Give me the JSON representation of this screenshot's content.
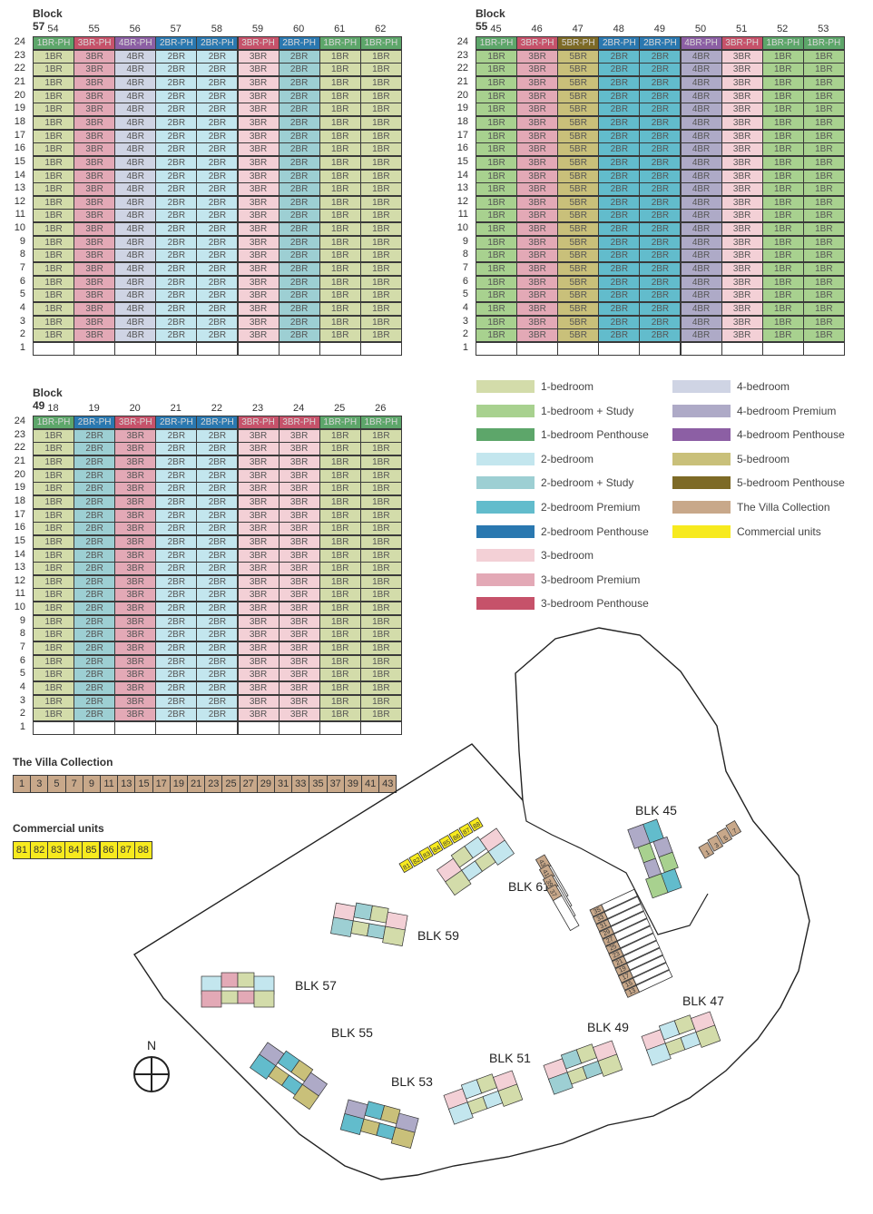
{
  "blocks": [
    {
      "id": "b57",
      "title": "Block 57",
      "units": [
        "54",
        "55",
        "56",
        "57",
        "58",
        "59",
        "60",
        "61",
        "62"
      ],
      "top_row": [
        "1BR-PH",
        "3BR-PH",
        "4BR-PH",
        "2BR-PH",
        "2BR-PH",
        "3BR-PH",
        "2BR-PH",
        "1BR-PH",
        "1BR-PH"
      ],
      "types": [
        "1BR",
        "3BR",
        "4BR",
        "2BR",
        "2BR",
        "3BR",
        "2BR",
        "1BR",
        "1BR"
      ],
      "colors": [
        "1br",
        "3brp",
        "4br",
        "2br",
        "2br",
        "3br",
        "2brs",
        "1br",
        "1br"
      ],
      "ph_colors": [
        "1brph",
        "3brph",
        "4brph",
        "2brph",
        "2brph",
        "3brph",
        "2brph",
        "1brph",
        "1brph"
      ]
    },
    {
      "id": "b55",
      "title": "Block 55",
      "units": [
        "45",
        "46",
        "47",
        "48",
        "49",
        "50",
        "51",
        "52",
        "53"
      ],
      "top_row": [
        "1BR-PH",
        "3BR-PH",
        "5BR-PH",
        "2BR-PH",
        "2BR-PH",
        "4BR-PH",
        "3BR-PH",
        "1BR-PH",
        "1BR-PH"
      ],
      "types": [
        "1BR",
        "3BR",
        "5BR",
        "2BR",
        "2BR",
        "4BR",
        "3BR",
        "1BR",
        "1BR"
      ],
      "colors": [
        "1brs",
        "3brp",
        "5br",
        "2brp",
        "2brp",
        "4brp",
        "3br",
        "1brs",
        "1brs"
      ],
      "ph_colors": [
        "1brph",
        "3brph",
        "5brph",
        "2brph",
        "2brph",
        "4brph",
        "3brph",
        "1brph",
        "1brph"
      ]
    },
    {
      "id": "b49",
      "title": "Block 49",
      "units": [
        "18",
        "19",
        "20",
        "21",
        "22",
        "23",
        "24",
        "25",
        "26"
      ],
      "top_row": [
        "1BR-PH",
        "2BR-PH",
        "3BR-PH",
        "2BR-PH",
        "2BR-PH",
        "3BR-PH",
        "3BR-PH",
        "1BR-PH",
        "1BR-PH"
      ],
      "types": [
        "1BR",
        "2BR",
        "3BR",
        "2BR",
        "2BR",
        "3BR",
        "3BR",
        "1BR",
        "1BR"
      ],
      "colors": [
        "1br",
        "2brs",
        "3brp",
        "2br",
        "2br",
        "3br",
        "3br",
        "1br",
        "1br"
      ],
      "ph_colors": [
        "1brph",
        "2brph",
        "3brph",
        "2brph",
        "2brph",
        "3brph",
        "3brph",
        "1brph",
        "1brph"
      ]
    }
  ],
  "floors": [
    "24",
    "23",
    "22",
    "21",
    "20",
    "19",
    "18",
    "17",
    "16",
    "15",
    "14",
    "13",
    "12",
    "11",
    "10",
    "9",
    "8",
    "7",
    "6",
    "5",
    "4",
    "3",
    "2",
    "1"
  ],
  "palette": {
    "1br": "#d3dcaa",
    "1brs": "#a8d18f",
    "1brph": "#5da66a",
    "2br": "#c3e6ee",
    "2brs": "#9dcfd3",
    "2brp": "#62bccc",
    "2brph": "#2a78b0",
    "3br": "#f3d0d6",
    "3brp": "#e3a9b6",
    "3brph": "#c6526a",
    "4br": "#cfd4e4",
    "4brp": "#aeaac7",
    "4brph": "#8c5fa4",
    "5br": "#c9c07a",
    "5brph": "#7d6a26",
    "villa": "#c8a88a",
    "comm": "#f7ea1e"
  },
  "legend_left": [
    {
      "label": "1-bedroom",
      "color": "#d3dcaa"
    },
    {
      "label": "1-bedroom + Study",
      "color": "#a8d18f"
    },
    {
      "label": "1-bedroom Penthouse",
      "color": "#5da66a"
    },
    {
      "label": "2-bedroom",
      "color": "#c3e6ee"
    },
    {
      "label": "2-bedroom + Study",
      "color": "#9dcfd3"
    },
    {
      "label": "2-bedroom Premium",
      "color": "#62bccc"
    },
    {
      "label": "2-bedroom Penthouse",
      "color": "#2a78b0"
    },
    {
      "label": "3-bedroom",
      "color": "#f3d0d6"
    },
    {
      "label": "3-bedroom Premium",
      "color": "#e3a9b6"
    },
    {
      "label": "3-bedroom Penthouse",
      "color": "#c6526a"
    }
  ],
  "legend_right": [
    {
      "label": "4-bedroom",
      "color": "#cfd4e4"
    },
    {
      "label": "4-bedroom Premium",
      "color": "#aeaac7"
    },
    {
      "label": "4-bedroom Penthouse",
      "color": "#8c5fa4"
    },
    {
      "label": "5-bedroom",
      "color": "#c9c07a"
    },
    {
      "label": "5-bedroom Penthouse",
      "color": "#7d6a26"
    },
    {
      "label": "The Villa Collection",
      "color": "#c8a88a"
    },
    {
      "label": "Commercial units",
      "color": "#f7ea1e"
    }
  ],
  "villa": {
    "title": "The Villa Collection",
    "units": [
      "1",
      "3",
      "5",
      "7",
      "9",
      "11",
      "13",
      "15",
      "17",
      "19",
      "21",
      "23",
      "25",
      "27",
      "29",
      "31",
      "33",
      "35",
      "37",
      "39",
      "41",
      "43"
    ]
  },
  "commercial": {
    "title": "Commercial units",
    "units": [
      "81",
      "82",
      "83",
      "84",
      "85",
      "86",
      "87",
      "88"
    ]
  },
  "siteplan": {
    "north": "N",
    "blocks": [
      {
        "label": "BLK 45"
      },
      {
        "label": "BLK 61"
      },
      {
        "label": "BLK 59"
      },
      {
        "label": "BLK 57"
      },
      {
        "label": "BLK 55"
      },
      {
        "label": "BLK 53"
      },
      {
        "label": "BLK 51"
      },
      {
        "label": "BLK 49"
      },
      {
        "label": "BLK 47"
      }
    ],
    "villa_labels_a": [
      "43",
      "41",
      "39",
      "37"
    ],
    "villa_labels_b": [
      "1",
      "3",
      "5",
      "7"
    ],
    "villa_labels_c": [
      "35",
      "33",
      "31",
      "29",
      "27",
      "25",
      "23",
      "21",
      "19",
      "17",
      "15",
      "13"
    ],
    "comm_labels": [
      "81",
      "82",
      "83",
      "84",
      "85",
      "86",
      "87",
      "88"
    ]
  }
}
